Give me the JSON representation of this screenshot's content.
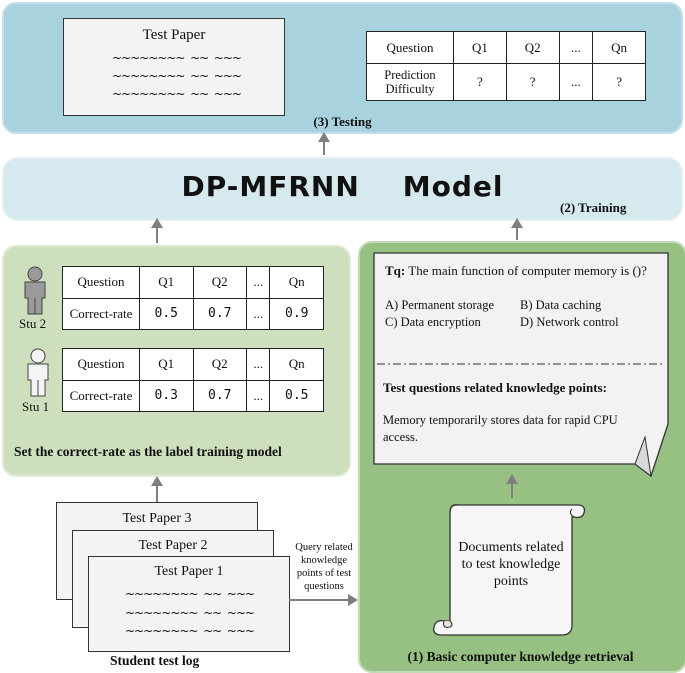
{
  "testing": {
    "paper_title": "Test Paper",
    "wavy_line": "~~~~~~~~  ~~  ~~~",
    "table": {
      "row1": [
        "Question",
        "Q1",
        "Q2",
        "...",
        "Qn"
      ],
      "row2_label": "Prediction Difficulty",
      "row2": [
        "?",
        "?",
        "...",
        "?"
      ]
    },
    "label": "(3) Testing"
  },
  "model": {
    "title": "DP-MFRNN    Model",
    "training_label": "(2) Training"
  },
  "set_correct_rate": {
    "stu2": {
      "name": "Stu 2",
      "header": [
        "Question",
        "Q1",
        "Q2",
        "...",
        "Qn"
      ],
      "row": [
        "Correct-rate",
        "0.5",
        "0.7",
        "...",
        "0.9"
      ]
    },
    "stu1": {
      "name": "Stu 1",
      "header": [
        "Question",
        "Q1",
        "Q2",
        "...",
        "Qn"
      ],
      "row": [
        "Correct-rate",
        "0.3",
        "0.7",
        "...",
        "0.5"
      ]
    },
    "caption": "Set the correct-rate as the label training model"
  },
  "student_log": {
    "papers": [
      "Test Paper 3",
      "Test Paper 2",
      "Test Paper 1"
    ],
    "caption": "Student test log",
    "query_label": "Query related knowledge points of test questions"
  },
  "knowledge": {
    "tq_prefix": "Tq:",
    "tq_text": "The main function of computer memory is ()?",
    "options": [
      "A) Permanent storage",
      "B) Data caching",
      "C) Data encryption",
      "D) Network control"
    ],
    "kp_title": "Test questions related knowledge points:",
    "kp_text": "Memory temporarily stores data for rapid CPU access.",
    "scroll_text": "Documents related to test knowledge points",
    "caption": "(1) Basic computer knowledge retrieval"
  }
}
